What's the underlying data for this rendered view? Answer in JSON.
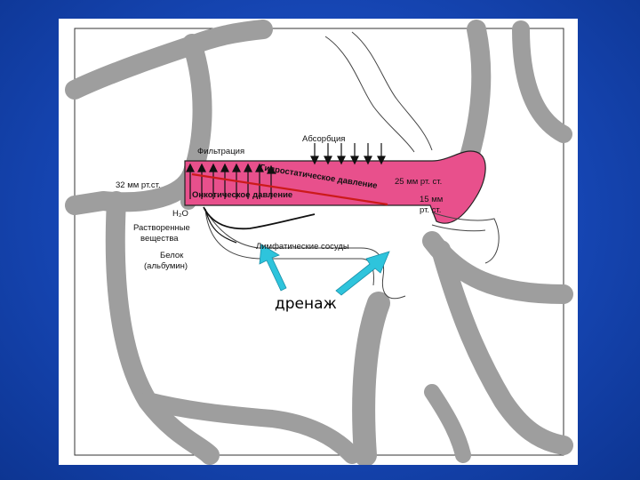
{
  "labels": {
    "filtration": "Фильтрация",
    "absorption": "Абсорбция",
    "left_pressure": "32 мм рт.ст.",
    "right_pressure": "25 мм рт. ст.",
    "oncotic_value_line1": "15 мм",
    "oncotic_value_line2": "рт. ст.",
    "hydrostatic": "Гидростатическое давление",
    "oncotic": "Онкотическое давление",
    "water": "H₂O",
    "dissolved_line1": "Растворенные",
    "dissolved_line2": "вещества",
    "protein_line1": "Белок",
    "protein_line2": "(альбумин)",
    "lymph_vessels": "Лимфатические сосуды",
    "drainage": "дренаж"
  },
  "colors": {
    "slide_background": "#1646b4",
    "tissue_gray": "#9e9e9e",
    "capillary_pink": "#e8508c",
    "arrow_teal": "#2ec4dc",
    "gradient_line": "#cc1a1a"
  }
}
